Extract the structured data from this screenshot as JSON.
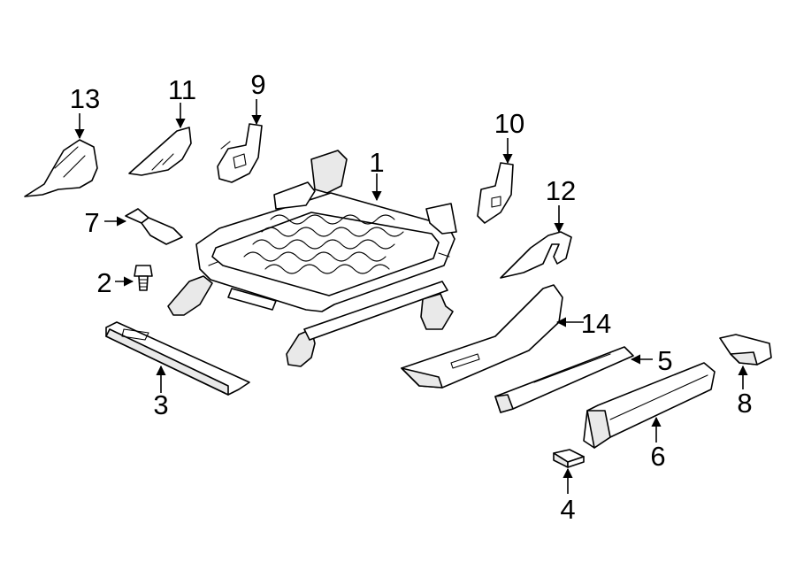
{
  "callouts": [
    {
      "id": "1",
      "label": "1"
    },
    {
      "id": "2",
      "label": "2"
    },
    {
      "id": "3",
      "label": "3"
    },
    {
      "id": "4",
      "label": "4"
    },
    {
      "id": "5",
      "label": "5"
    },
    {
      "id": "6",
      "label": "6"
    },
    {
      "id": "7",
      "label": "7"
    },
    {
      "id": "8",
      "label": "8"
    },
    {
      "id": "9",
      "label": "9"
    },
    {
      "id": "10",
      "label": "10"
    },
    {
      "id": "11",
      "label": "11"
    },
    {
      "id": "12",
      "label": "12"
    },
    {
      "id": "13",
      "label": "13"
    },
    {
      "id": "14",
      "label": "14"
    }
  ],
  "colors": {
    "stroke": "#000000",
    "background": "#ffffff",
    "shade": "#e9e9e9"
  }
}
